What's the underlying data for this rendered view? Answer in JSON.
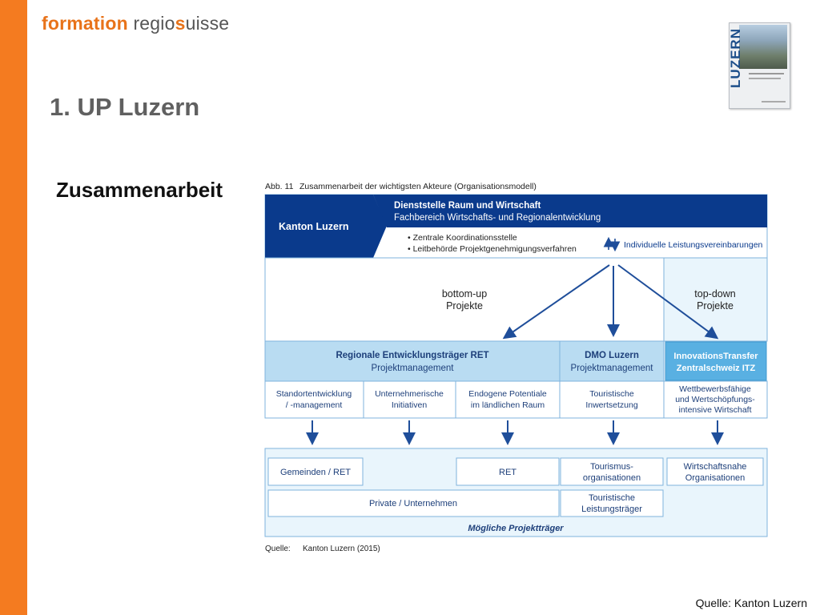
{
  "slide": {
    "logo": {
      "part1": "formation",
      "part2": "regio",
      "part3": "s",
      "part4": "uisse"
    },
    "title": "1. UP Luzern",
    "subtitle": "Zusammenarbeit",
    "source": "Quelle: Kanton Luzern",
    "cover_word": "LUZERN"
  },
  "colors": {
    "orange": "#f47b20",
    "navy": "#0a3a8c",
    "light_blue": "#b9dcf2",
    "pale_blue": "#e9f5fc",
    "arrow_blue": "#1f4e9a"
  },
  "diagram": {
    "caption": {
      "label": "Abb. 11",
      "text": "Zusammenarbeit der wichtigsten Akteure (Organisationsmodell)"
    },
    "kanton": "Kanton Luzern",
    "dienststelle": {
      "line1": "Dienststelle Raum und Wirtschaft",
      "line2": "Fachbereich Wirtschafts- und Regionalentwicklung"
    },
    "tasks": [
      "• Zentrale Koordinationsstelle",
      "• Leitbehörde Projektgenehmigungsverfahren"
    ],
    "vereinbarung": "Individuelle Leistungsvereinbarungen",
    "bottom_up": [
      "bottom-up",
      "Projekte"
    ],
    "top_down": [
      "top-down",
      "Projekte"
    ],
    "ret": {
      "title": "Regionale Entwicklungsträger RET",
      "sub": "Projektmanagement"
    },
    "dmo": {
      "title": "DMO Luzern",
      "sub": "Projektmanagement"
    },
    "itz": {
      "line1": "InnovationsTransfer",
      "line2": "Zentralschweiz ITZ"
    },
    "tasks_row": [
      [
        "Standortentwicklung",
        "/ -management"
      ],
      [
        "Unternehmerische",
        "Initiativen"
      ],
      [
        "Endogene Potentiale",
        "im ländlichen Raum"
      ],
      [
        "Touristische",
        "Inwertsetzung"
      ],
      [
        "Wettbewerbsfähige",
        "und Wertschöpfungs-",
        "intensive Wirtschaft"
      ]
    ],
    "traeger": {
      "gemeinden": "Gemeinden / RET",
      "ret": "RET",
      "tourismus": [
        "Tourismus-",
        "organisationen"
      ],
      "wirtschaft": [
        "Wirtschaftsnahe",
        "Organisationen"
      ],
      "private": "Private / Unternehmen",
      "leistungstraeger": [
        "Touristische",
        "Leistungsträger"
      ],
      "footer": "Mögliche Projektträger"
    },
    "quelle": {
      "label": "Quelle:",
      "text": "Kanton Luzern (2015)"
    }
  }
}
